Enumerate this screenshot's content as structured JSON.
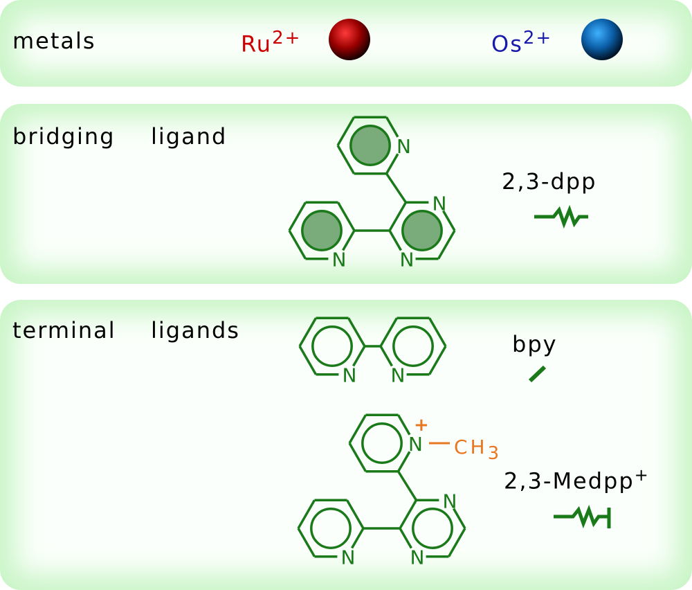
{
  "panels": {
    "metals": {
      "title": "metals",
      "ru_label": "Ru",
      "ru_charge": "2+",
      "os_label": "Os",
      "os_charge": "2+"
    },
    "bridging": {
      "title_1": "bridging",
      "title_2": "ligand",
      "name": "2,3-dpp"
    },
    "terminal": {
      "title_1": "terminal",
      "title_2": "ligands",
      "bpy_name": "bpy",
      "medpp_name": "2,3-Medpp",
      "medpp_charge": "+",
      "methyl": "CH",
      "methyl_sub": "3",
      "plus": "+"
    }
  },
  "atom_label": "N",
  "colors": {
    "structure": "#1a7a1a",
    "ru": "#cc0000",
    "os": "#1a1aaa",
    "methyl": "#e87722"
  }
}
